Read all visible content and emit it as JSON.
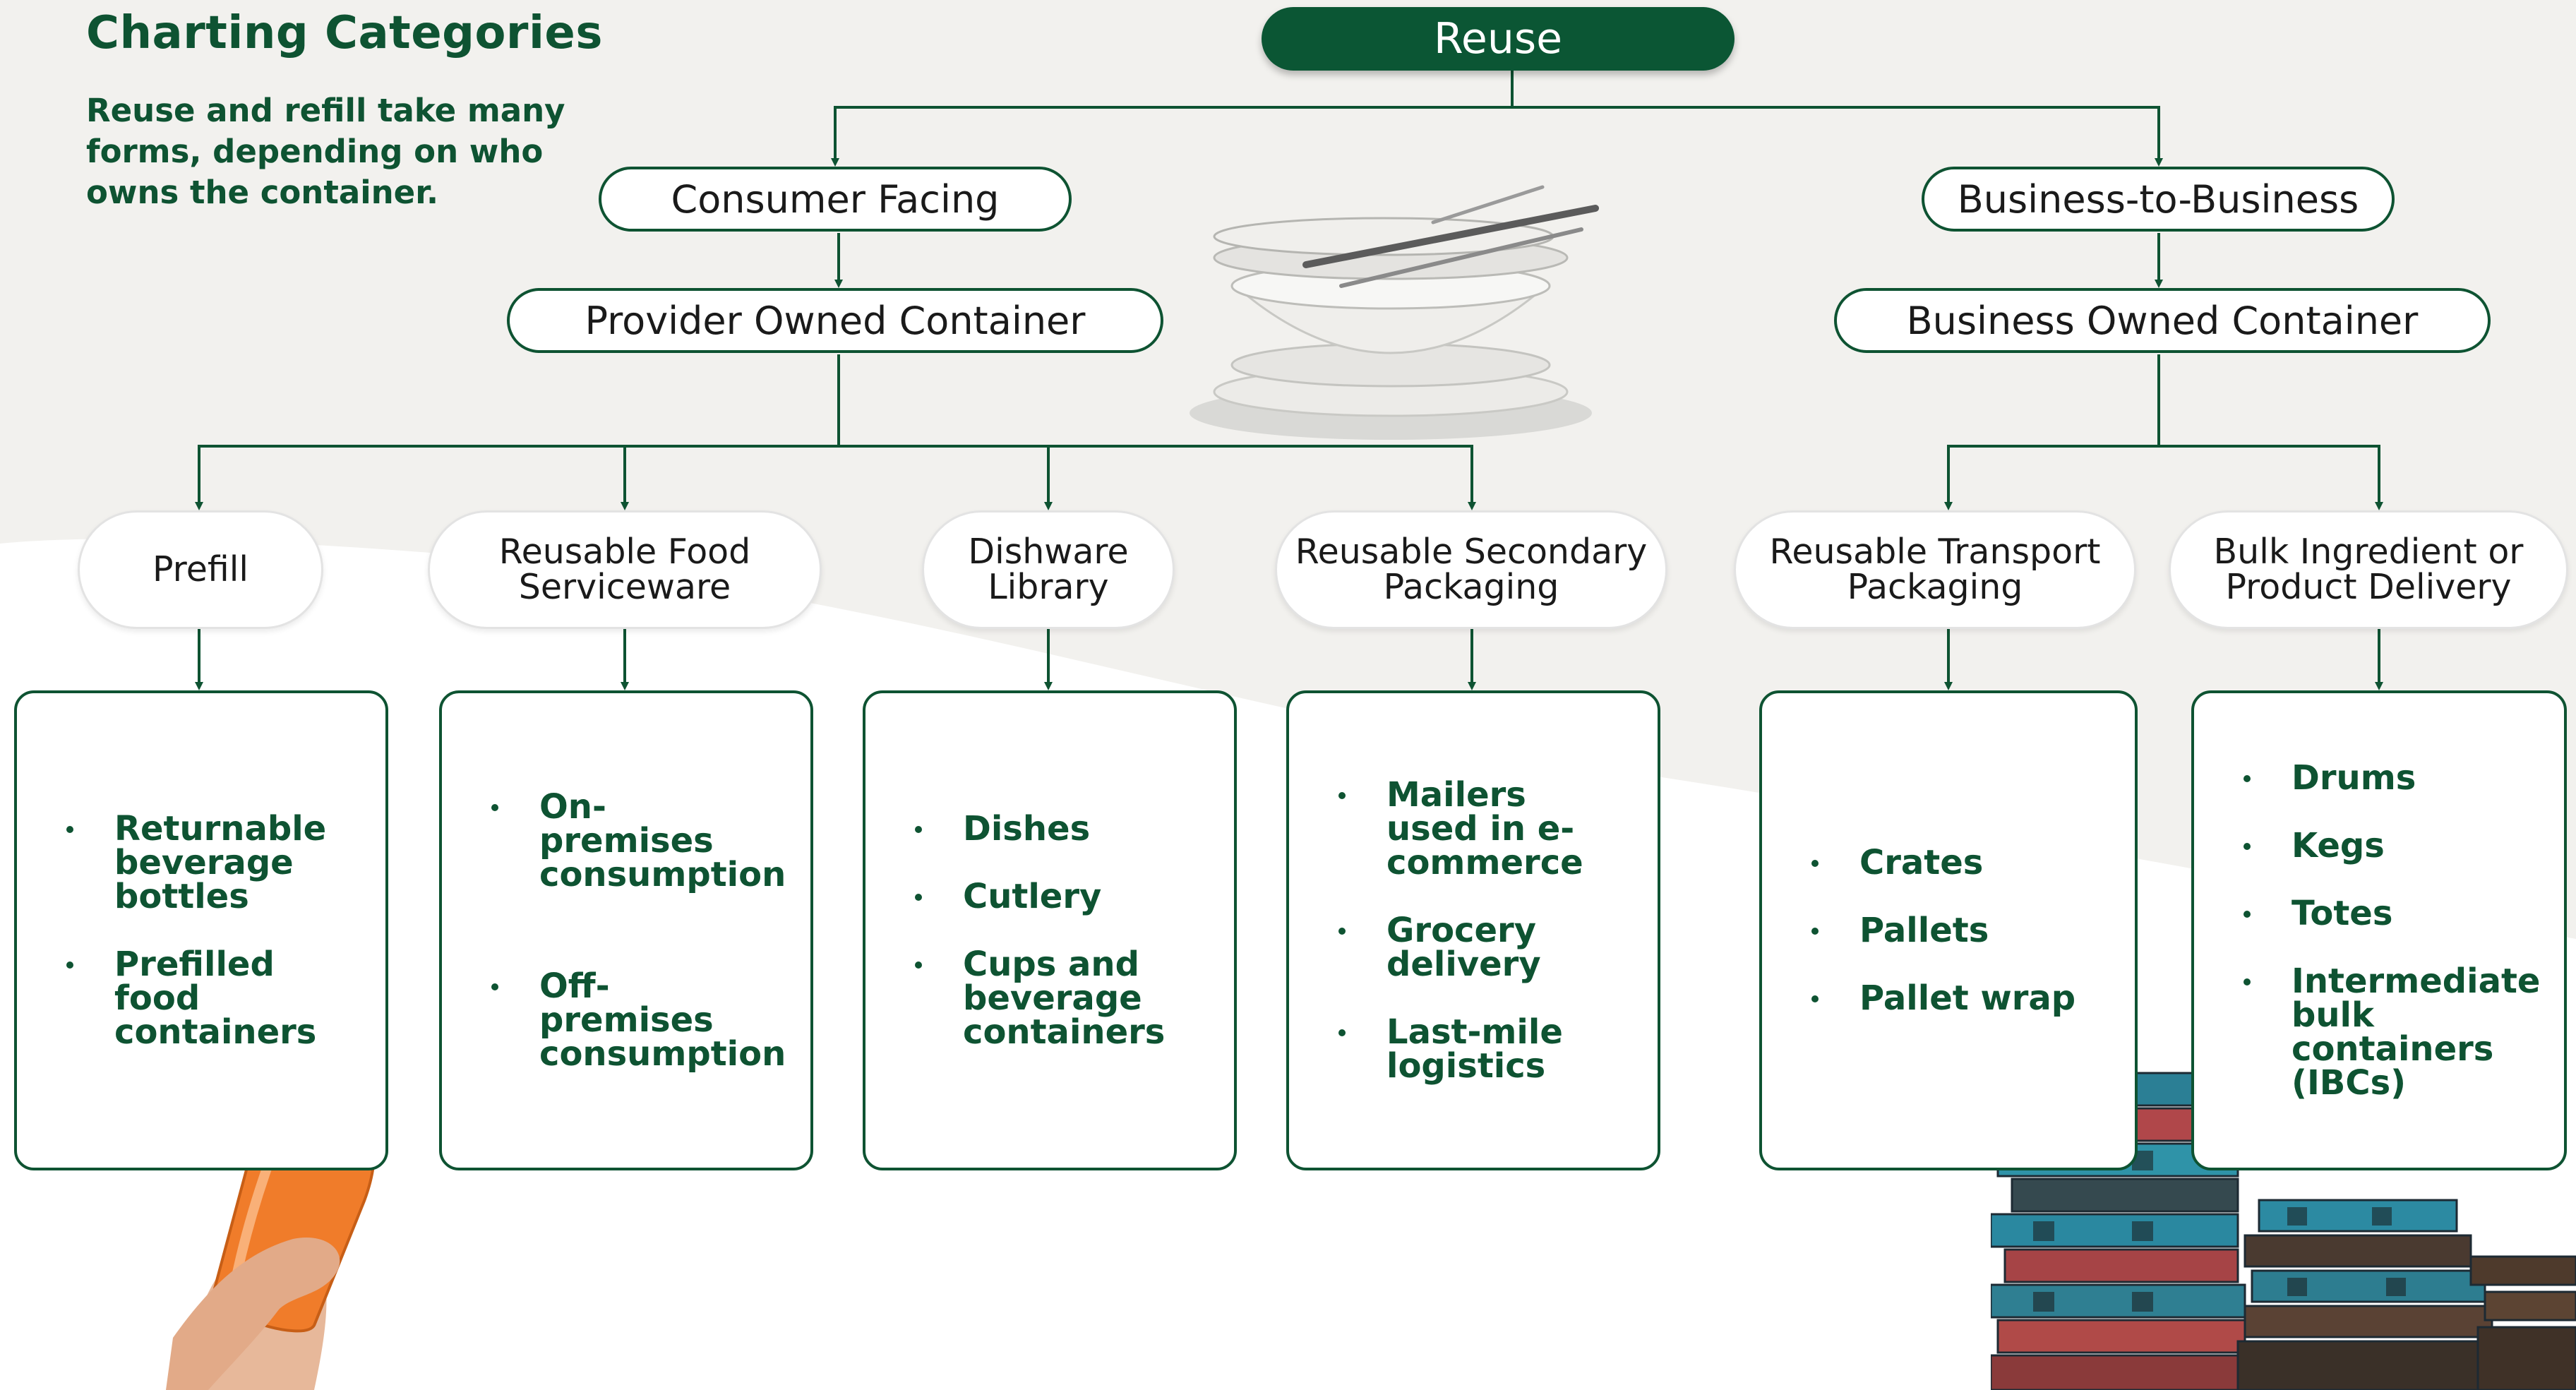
{
  "header": {
    "title": "Charting Categories",
    "subtitle": "Reuse and refill take many forms, depending on who owns the container."
  },
  "root": "Reuse",
  "branches": {
    "consumer": "Consumer Facing",
    "b2b": "Business-to-Business"
  },
  "ownership": {
    "consumer": "Provider Owned Container",
    "b2b": "Business Owned Container"
  },
  "categories": [
    {
      "label": "Prefill",
      "items": [
        "Returnable beverage bottles",
        "Prefilled food containers"
      ]
    },
    {
      "label": "Reusable Food\nServiceware",
      "items": [
        "On-premises consumption",
        "Off-premises consumption"
      ]
    },
    {
      "label": "Dishware\nLibrary",
      "items": [
        "Dishes",
        "Cutlery",
        "Cups and beverage containers"
      ]
    },
    {
      "label": "Reusable Secondary\nPackaging",
      "items": [
        "Mailers used in e-commerce",
        "Grocery delivery",
        "Last-mile logistics"
      ]
    },
    {
      "label": "Reusable Transport\nPackaging",
      "items": [
        "Crates",
        "Pallets",
        "Pallet wrap"
      ]
    },
    {
      "label": "Bulk Ingredient or\nProduct Delivery",
      "items": [
        "Drums",
        "Kegs",
        "Totes",
        "Intermediate bulk containers (IBCs)"
      ]
    }
  ],
  "colors": {
    "primary": "#0e5332",
    "root_fill": "#0b5634",
    "background_wave": "#f2f1ee"
  }
}
